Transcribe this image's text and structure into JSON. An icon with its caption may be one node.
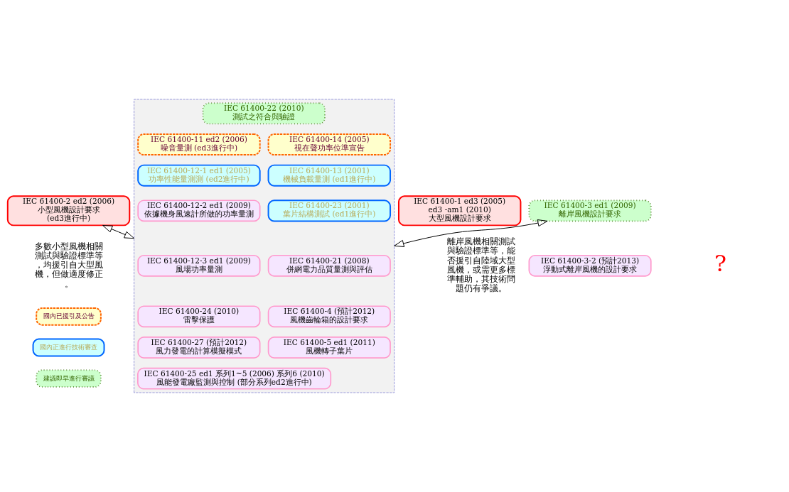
{
  "diagram": {
    "nodes": [
      {
        "text": [
          "IEC 61400-2 ed2 (2006)",
          "小型風機設計要求",
          "(ed3進行中)"
        ]
      },
      {
        "text": [
          "IEC 61400-1 ed3 (2005)",
          "ed3 -am1 (2010)",
          "大型風機設計要求"
        ]
      },
      {
        "text": [
          "IEC 61400-3 ed1 (2009)",
          "離岸風機設計要求"
        ]
      },
      {
        "text": [],
        "shape": "box"
      },
      {
        "text": [
          "IEC 61400-22 (2010)",
          "測試之符合與驗證"
        ],
        "in": 3
      },
      {
        "text": [
          "IEC 61400-3-2 (預計2013)",
          "浮動式離岸風機的設計要求"
        ]
      },
      {
        "text": [
          "IEC 61400-11 ed2 (2006)",
          "噪音量測 (ed3進行中)"
        ],
        "in": 3
      },
      {
        "text": [
          "IEC 61400-14 (2005)",
          "視在聲功率位準宣告"
        ],
        "in": 3
      },
      {
        "text": [
          "IEC 61400-12-1 ed1 (2005)",
          "功率性能量測測 (ed2進行中)"
        ],
        "in": 3
      },
      {
        "text": [
          "IEC 61400-13 (2001)",
          "機械負載量測 (ed1進行中)"
        ],
        "in": 3
      },
      {
        "text": [
          "IEC 61400-12-2 ed1 (2009)",
          "依據機身風速計所做的功率量測"
        ],
        "in": 3
      },
      {
        "text": [
          "IEC 61400-23 (2001)",
          "葉片結構測試 (ed1進行中)"
        ],
        "in": 3
      },
      {
        "text": [
          "IEC 61400-12-3 ed1 (2009)",
          "風場功率量測"
        ],
        "in": 3
      },
      {
        "text": [
          "IEC 61400-21 (2008)",
          "併網電力品質量測與評估"
        ],
        "in": 3
      },
      {
        "text": [
          "IEC 61400-24 (2010)",
          "雷擊保護"
        ],
        "in": 3
      },
      {
        "text": [
          "IEC 61400-4 (預計2012)",
          "風機齒輪箱的設計要求"
        ],
        "in": 3
      },
      {
        "text": [
          "IEC 61400-27 (預計2012)",
          "風力發電的計算模擬模式"
        ],
        "in": 3
      },
      {
        "text": [
          "IEC 61400-5 ed1 (2011)",
          "風機轉子葉片"
        ],
        "in": 3
      },
      {
        "text": [
          "IEC 61400-25 ed1 系列1~5 (2006) 系列6 (2010)",
          "風能發電廠監測與控制 (部分系列ed2進行中)"
        ],
        "in": 3
      }
    ],
    "edges": [
      {
        "from": 0,
        "to": 3,
        "arrow": "both"
      },
      {
        "from": 2,
        "to": 3,
        "arrow": "both"
      }
    ],
    "labels": [
      "多數小型風機相關測試與驗證標準等，均援引自大型風機，但做適度修正。",
      "?",
      "離岸風機相關測試與驗證標準等，能否援引自陸域大型風機，或需更多標準輔助，其技術問題仍有爭議。"
    ],
    "legend": [
      {
        "text": "國內已援引及公告"
      },
      {
        "text": "國內正進行技術審查"
      },
      {
        "text": "建議即早進行審議"
      }
    ]
  }
}
